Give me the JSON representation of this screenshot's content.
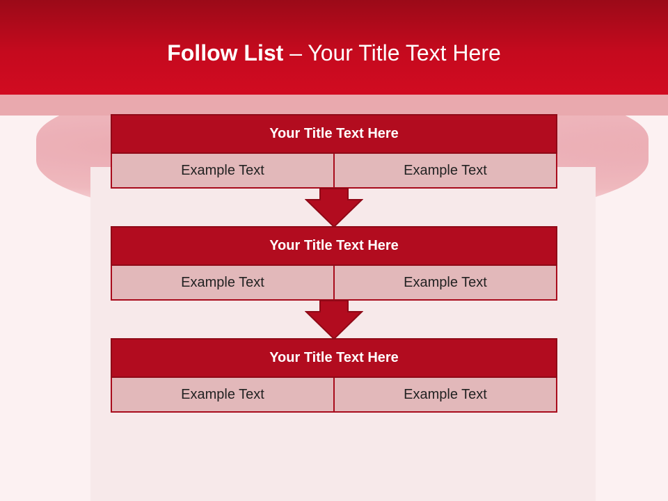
{
  "slide": {
    "title_bold": "Follow List",
    "title_rest": " – Your Title Text Here"
  },
  "blocks": [
    {
      "title": "Your Title Text Here",
      "cells": [
        "Example Text",
        "Example Text"
      ]
    },
    {
      "title": "Your Title Text Here",
      "cells": [
        "Example Text",
        "Example Text"
      ]
    },
    {
      "title": "Your Title Text Here",
      "cells": [
        "Example Text",
        "Example Text"
      ]
    }
  ],
  "colors": {
    "header": "#c50a1e",
    "block_title": "#b20c1f",
    "cell": "#e2b8ba",
    "arrow": "#b20c1f"
  },
  "icons": [
    "down-arrow-icon",
    "down-arrow-icon"
  ]
}
